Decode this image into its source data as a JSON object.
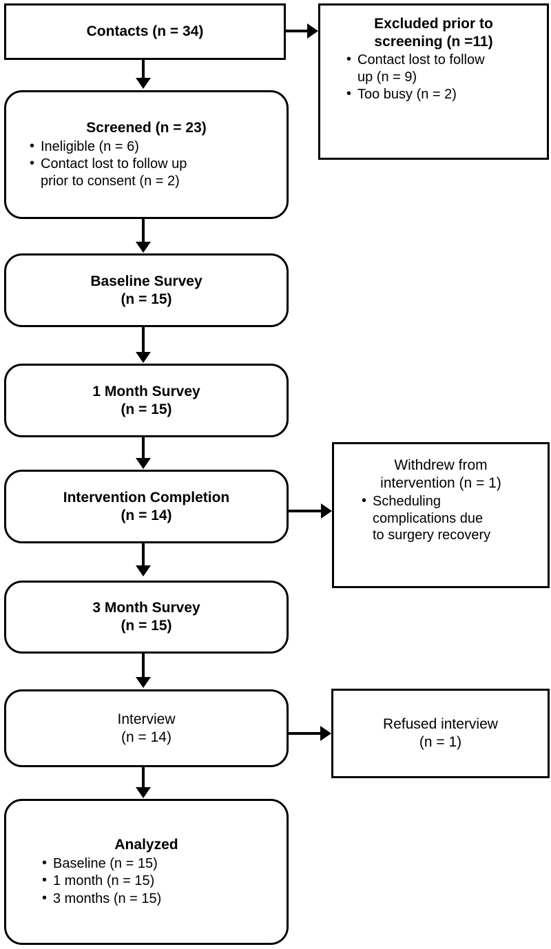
{
  "figure": {
    "kind": "participant-flow-diagram",
    "line_color": "#000000",
    "background_color": "#ffffff"
  },
  "nodes": {
    "contacts": {
      "title": "Contacts (n = 34)"
    },
    "screened": {
      "title": "Screened (n = 23)",
      "bullets": [
        "Ineligible (n = 6)",
        "Contact lost to follow up\nprior to consent (n = 2)"
      ]
    },
    "baseline_survey": {
      "title": "Baseline Survey",
      "count": "(n = 15)"
    },
    "one_month_survey": {
      "title": "1 Month Survey",
      "count": "(n = 15)"
    },
    "intervention_completion": {
      "title": "Intervention Completion",
      "count": "(n = 14)"
    },
    "three_month_survey": {
      "title": "3 Month Survey",
      "count": "(n = 15)"
    },
    "interview": {
      "title": "Interview",
      "count": "(n = 14)"
    },
    "analyzed": {
      "title": "Analyzed",
      "bullets": [
        "Baseline (n = 15)",
        "1 month (n = 15)",
        "3 months (n = 15)"
      ]
    },
    "excluded_prior_to_screening": {
      "title": "Excluded prior to\nscreening (n =11)",
      "bullets": [
        "Contact lost to follow\nup (n = 9)",
        "Too busy (n = 2)"
      ]
    },
    "withdrew_from_intervention": {
      "title": "Withdrew from\nintervention (n = 1)",
      "bullets": [
        "Scheduling\ncomplications due\nto surgery recovery"
      ]
    },
    "refused_interview": {
      "title": "Refused interview",
      "count": "(n = 1)"
    }
  }
}
